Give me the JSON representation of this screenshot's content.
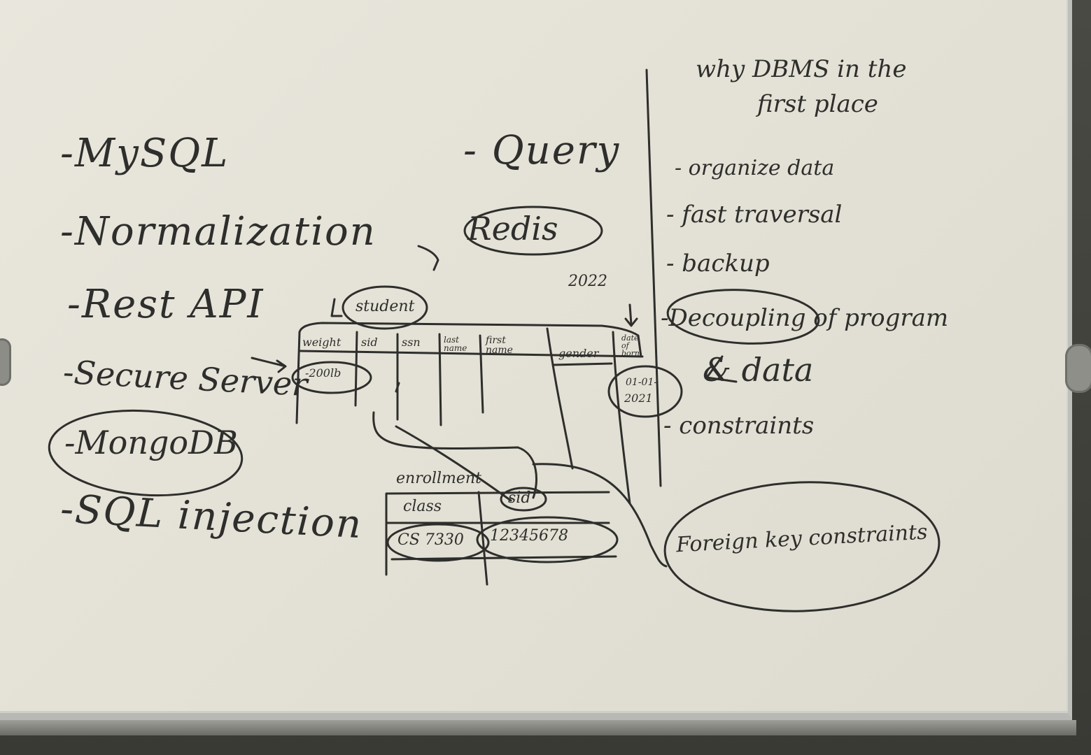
{
  "board": {
    "topics": [
      "-MySQL",
      "-Normalization",
      "-Rest API",
      "-Secure Server",
      "-MongoDB",
      "-SQL injection"
    ],
    "middle": {
      "query": "- Query",
      "redis": "Redis",
      "year": "2022"
    },
    "student_table": {
      "title": "student",
      "columns": [
        "weight",
        "sid",
        "ssn",
        "last name",
        "first name",
        "gender",
        "date of born"
      ],
      "weight_value": "-200lb",
      "dob_value": [
        "01-01-",
        "2021"
      ]
    },
    "enrollment_table": {
      "title": "enrollment",
      "columns": [
        "class",
        "sid"
      ],
      "row": [
        "CS 7330",
        "12345678"
      ]
    },
    "right_column": {
      "heading": [
        "why DBMS in the",
        "first place"
      ],
      "items": [
        "- organize data",
        "- fast traversal",
        "- backup",
        "-Decoupling of program",
        "& data",
        "- constraints"
      ]
    },
    "callout": "Foreign key constraints"
  },
  "colors": {
    "board": "#e6e4d9",
    "ink": "#2e2e2c",
    "frame": "#bfbfbc"
  }
}
